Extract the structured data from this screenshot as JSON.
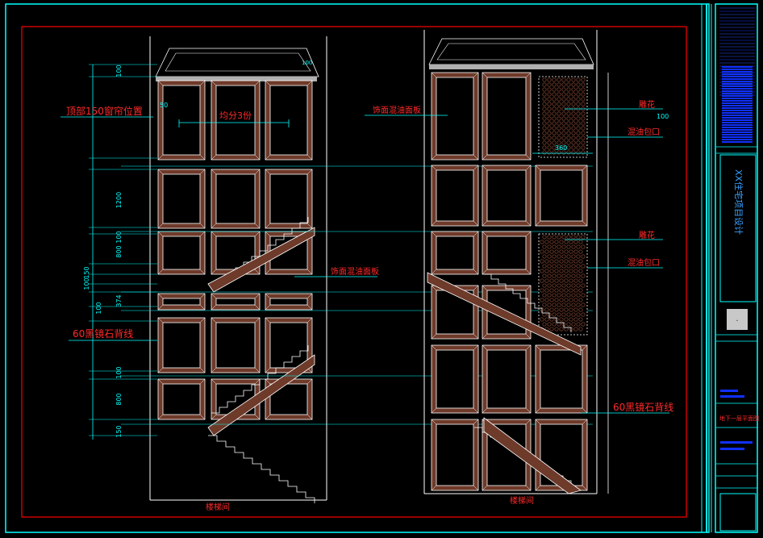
{
  "colors": {
    "background": "#000000",
    "frame_red": "#ff0000",
    "frame_cyan": "#00ffff",
    "panel_wood": "#6e3a2a",
    "line_white": "#ffffff",
    "annotation_red": "#ff2a2a",
    "title_blue": "#1030ff"
  },
  "left_elevation": {
    "dims": [
      "100",
      "1200",
      "100",
      "800",
      "150",
      "100",
      "374",
      "100",
      "100",
      "800",
      "150"
    ],
    "dim_small_top": "100",
    "dim_50": "50",
    "label_curtain": "顶部150窗帘位置",
    "label_divide": "均分3份",
    "label_panel": "饰面混油面板",
    "label_stone": "60黑镜石背线",
    "caption": "楼梯间"
  },
  "right_elevation": {
    "label_panel": "饰面混油面板",
    "label_carve1": "雕花",
    "label_mix1": "混油包口",
    "dim_100": "100",
    "dim_360": "360",
    "label_carve2": "雕花",
    "label_mix2": "混油包口",
    "label_stone": "60黑镜石背线",
    "caption": "楼梯间"
  },
  "title_block": {
    "project_title": "XX住宅项目设计",
    "sheet_title": "地下一层平面图",
    "logo_mark": "·"
  }
}
